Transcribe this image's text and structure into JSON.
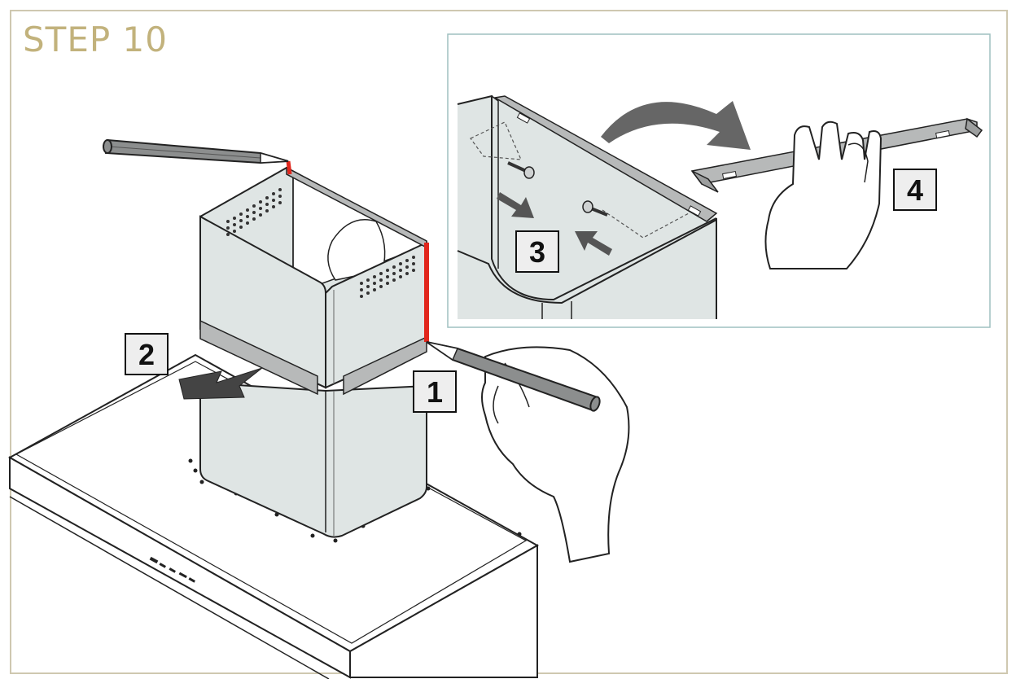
{
  "title": "STEP 10",
  "callouts": [
    "1",
    "2",
    "3",
    "4"
  ],
  "colors": {
    "accent_title": "#c2b27c",
    "frame_border": "#cfc8b0",
    "inset_border": "#9fc1c1",
    "marking_red": "#e1261c",
    "chimney_fill": "#dfe5e4",
    "bracket_fill": "#b7b9b9",
    "label_box_fill": "#eeeeee"
  },
  "icons": [
    "pencil-icon",
    "hand-icon",
    "arrow-icon",
    "screw-icon",
    "bracket-icon"
  ]
}
